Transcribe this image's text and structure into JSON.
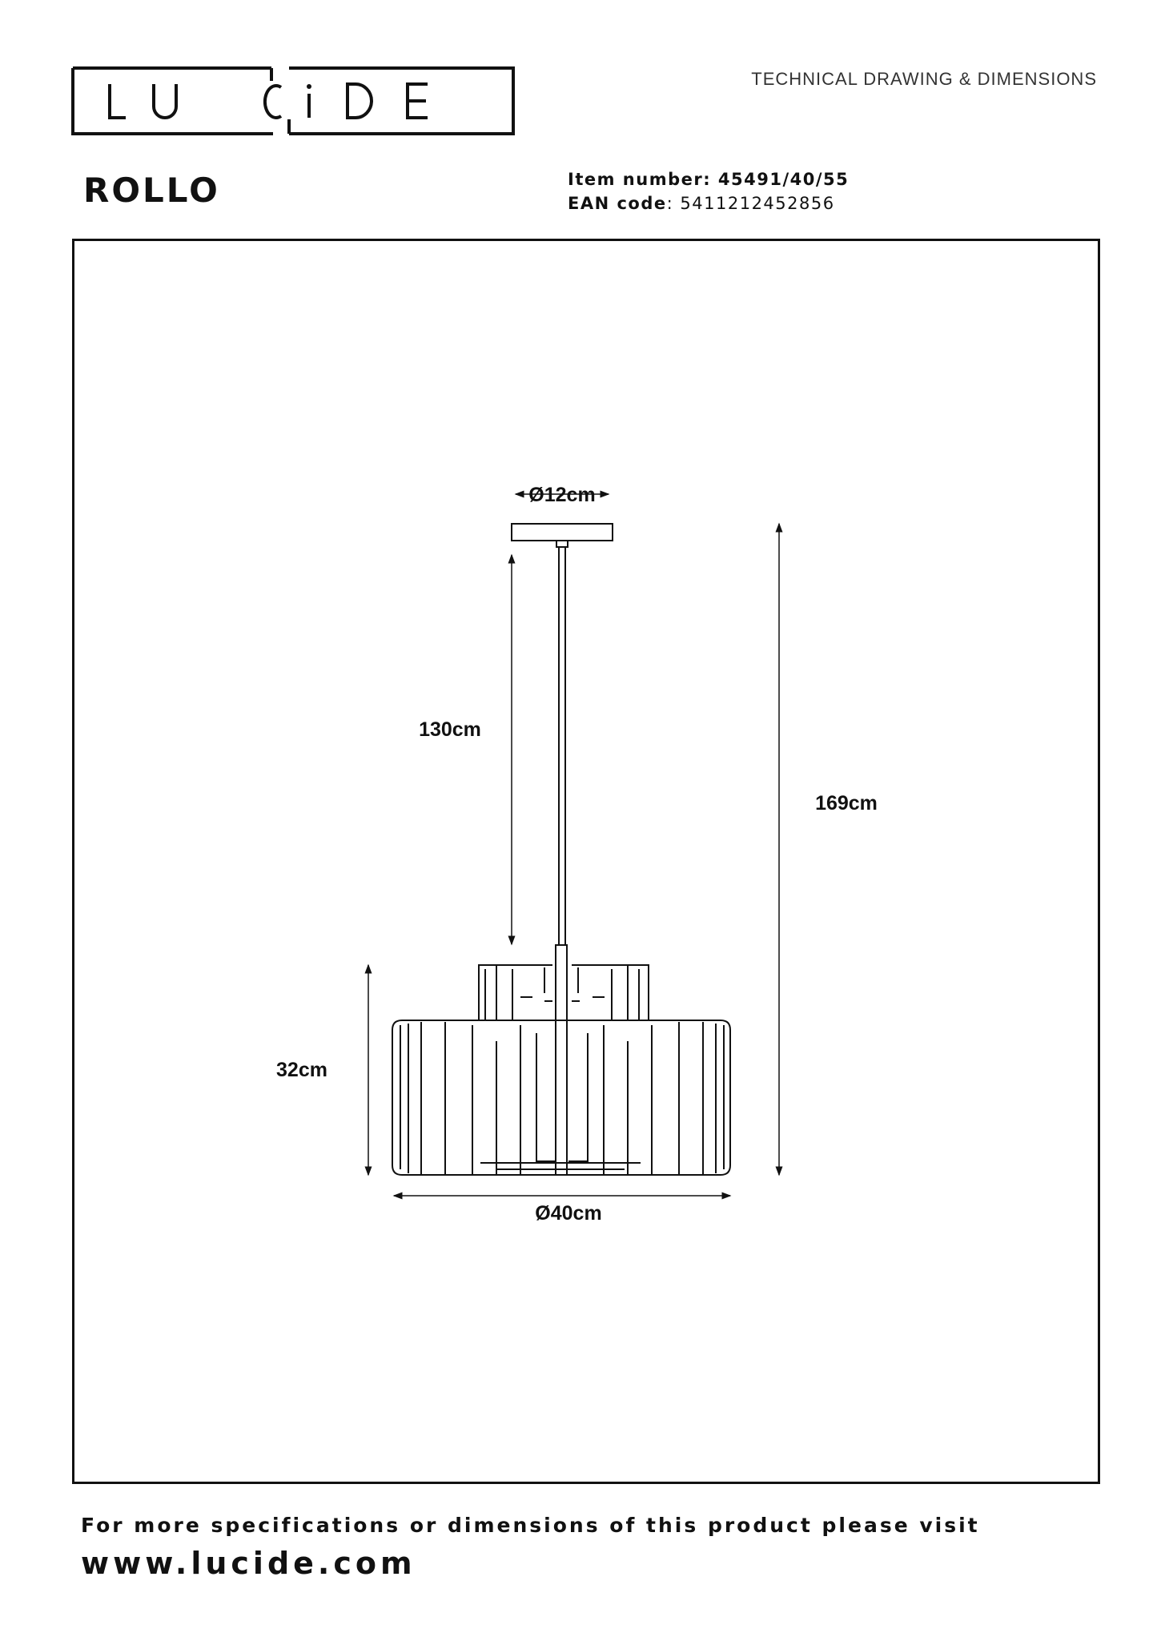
{
  "brand": {
    "logo_text": "LUCIDE"
  },
  "header": {
    "doc_type": "TECHNICAL DRAWING & DIMENSIONS"
  },
  "product": {
    "name": "ROLLO",
    "item_label": "Item number:",
    "item_number": "45491/40/55",
    "ean_label": "EAN code",
    "ean_code": "5411212452856"
  },
  "dimensions": {
    "canopy_diameter": "Ø12cm",
    "cable_length": "130cm",
    "total_height": "169cm",
    "shade_height": "32cm",
    "shade_diameter": "Ø40cm"
  },
  "footer": {
    "note": "For more specifications or dimensions of this product please visit",
    "url": "www.lucide.com"
  }
}
